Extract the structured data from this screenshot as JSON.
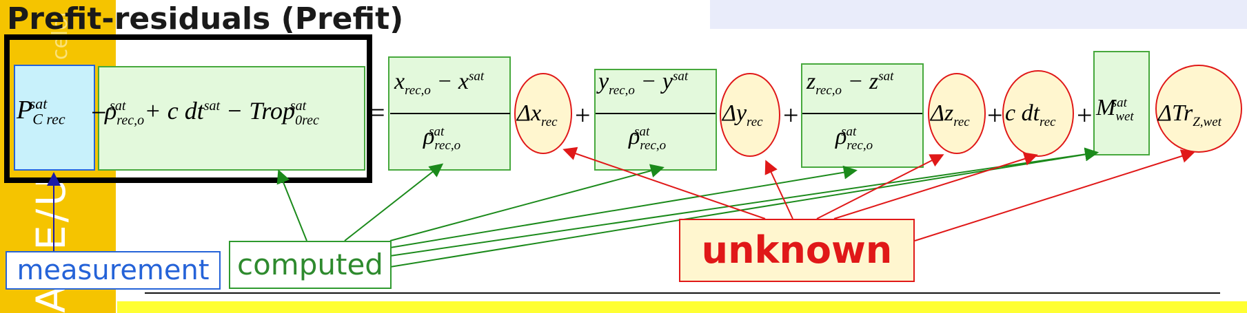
{
  "slide": {
    "title": "Prefit-residuals (Prefit)",
    "sidebar_text": "ANE/UE",
    "sidebar_subtext": "ace\nceloi"
  },
  "equation": {
    "measurement_term": "P_C rec^sat",
    "computed_term": "ρ_rec,o^sat + c dt^sat − Trop_0rec^sat",
    "coef_x": "(x_rec,o − x^sat) / ρ_rec,o^sat",
    "unknown_dx": "Δx_rec",
    "coef_y": "(y_rec,o − y^sat) / ρ_rec,o^sat",
    "unknown_dy": "Δy_rec",
    "coef_z": "(z_rec,o − z^sat) / ρ_rec,o^sat",
    "unknown_dz": "Δz_rec",
    "unknown_clock": "c dt_rec",
    "coef_wet": "M_wet^sat",
    "unknown_trop": "ΔTr_Z,wet"
  },
  "labels": {
    "measurement": "measurement",
    "computed": "computed",
    "unknown": "unknown"
  },
  "colors": {
    "measurement": "#2563d8",
    "computed": "#2e8a2e",
    "unknown": "#e01818",
    "sidebar": "#f5c400"
  }
}
